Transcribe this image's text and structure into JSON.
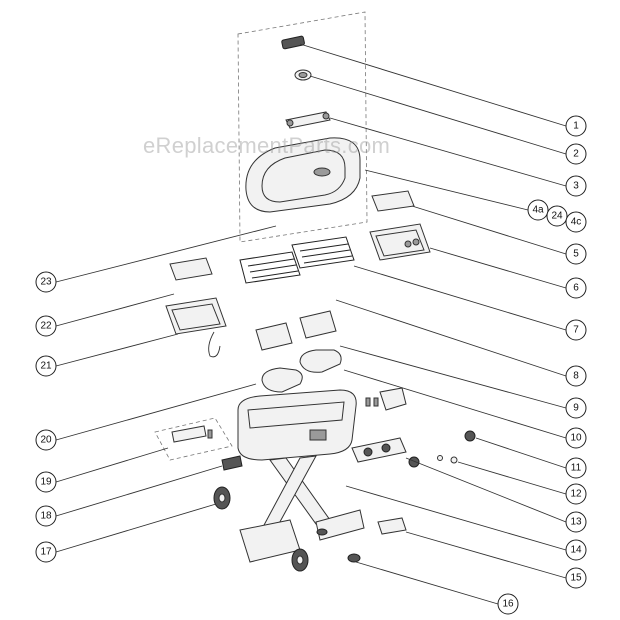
{
  "watermark": "eReplacementParts.com",
  "callouts": [
    {
      "id": "1",
      "label": "1"
    },
    {
      "id": "2",
      "label": "2"
    },
    {
      "id": "3",
      "label": "3"
    },
    {
      "id": "4a",
      "label": "4a"
    },
    {
      "id": "24",
      "label": "24"
    },
    {
      "id": "4c",
      "label": "4c"
    },
    {
      "id": "5",
      "label": "5"
    },
    {
      "id": "6",
      "label": "6"
    },
    {
      "id": "7",
      "label": "7"
    },
    {
      "id": "8",
      "label": "8"
    },
    {
      "id": "9",
      "label": "9"
    },
    {
      "id": "10",
      "label": "10"
    },
    {
      "id": "11",
      "label": "11"
    },
    {
      "id": "12",
      "label": "12"
    },
    {
      "id": "13",
      "label": "13"
    },
    {
      "id": "14",
      "label": "14"
    },
    {
      "id": "15",
      "label": "15"
    },
    {
      "id": "16",
      "label": "16"
    },
    {
      "id": "17",
      "label": "17"
    },
    {
      "id": "18",
      "label": "18"
    },
    {
      "id": "19",
      "label": "19"
    },
    {
      "id": "20",
      "label": "20"
    },
    {
      "id": "21",
      "label": "21"
    },
    {
      "id": "22",
      "label": "22"
    },
    {
      "id": "23",
      "label": "23"
    }
  ]
}
